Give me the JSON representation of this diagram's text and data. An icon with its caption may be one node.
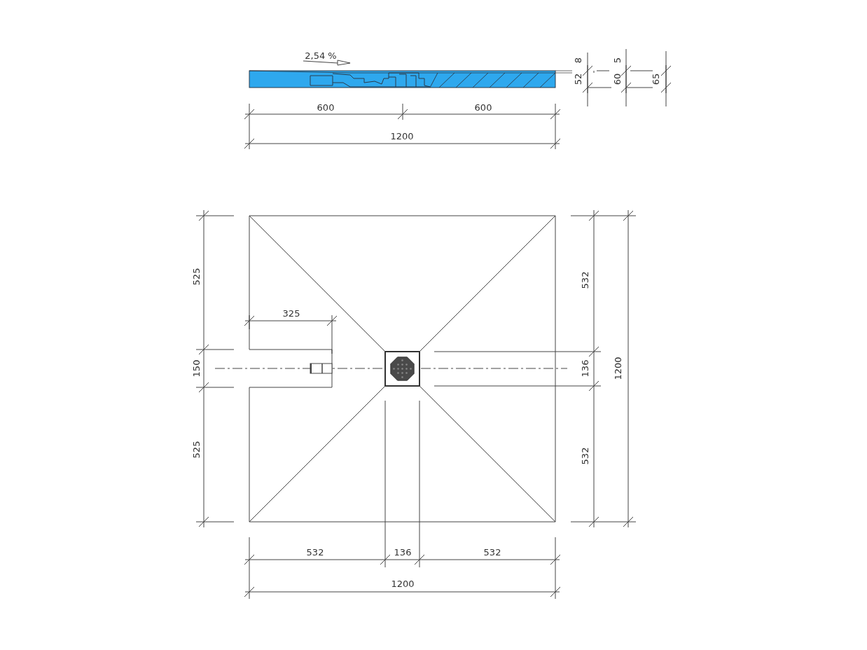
{
  "diagram": {
    "labels": [
      "2,54 %",
      "8",
      "5",
      "52",
      "60",
      "65",
      "600",
      "600",
      "1200",
      "525",
      "532",
      "325",
      "150",
      "136",
      "1200",
      "525",
      "532",
      "532",
      "136",
      "532",
      "1200"
    ]
  }
}
